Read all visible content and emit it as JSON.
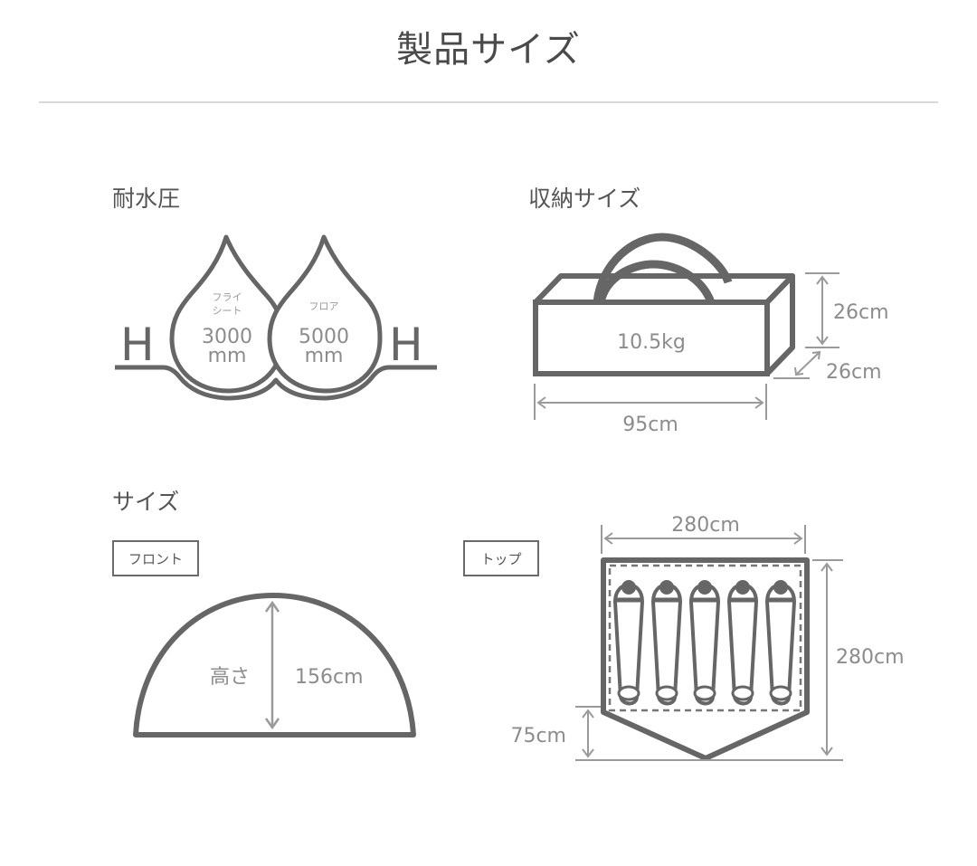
{
  "header": {
    "title": "製品サイズ"
  },
  "water_resistance": {
    "heading": "耐水圧",
    "left_symbol": "H",
    "right_symbol": "H",
    "fly_sheet": {
      "label_line1": "フライ",
      "label_line2": "シート",
      "value": "3000",
      "unit": "mm"
    },
    "floor": {
      "label": "フロア",
      "value": "5000",
      "unit": "mm"
    }
  },
  "storage_size": {
    "heading": "収納サイズ",
    "weight": "10.5kg",
    "height": "26cm",
    "depth": "26cm",
    "width": "95cm"
  },
  "size": {
    "heading": "サイズ",
    "front": {
      "tag": "フロント",
      "height_label": "高さ",
      "height_value": "156cm"
    },
    "top": {
      "tag": "トップ",
      "width_value": "280cm",
      "length_value": "280cm",
      "vestibule_value": "75cm",
      "sleeping_bag_count": 5
    }
  },
  "colors": {
    "stroke_dark": "#666666",
    "stroke_light": "#9a9a9a",
    "text_gray": "#8c8c8c",
    "rule": "#d8d8d8"
  }
}
